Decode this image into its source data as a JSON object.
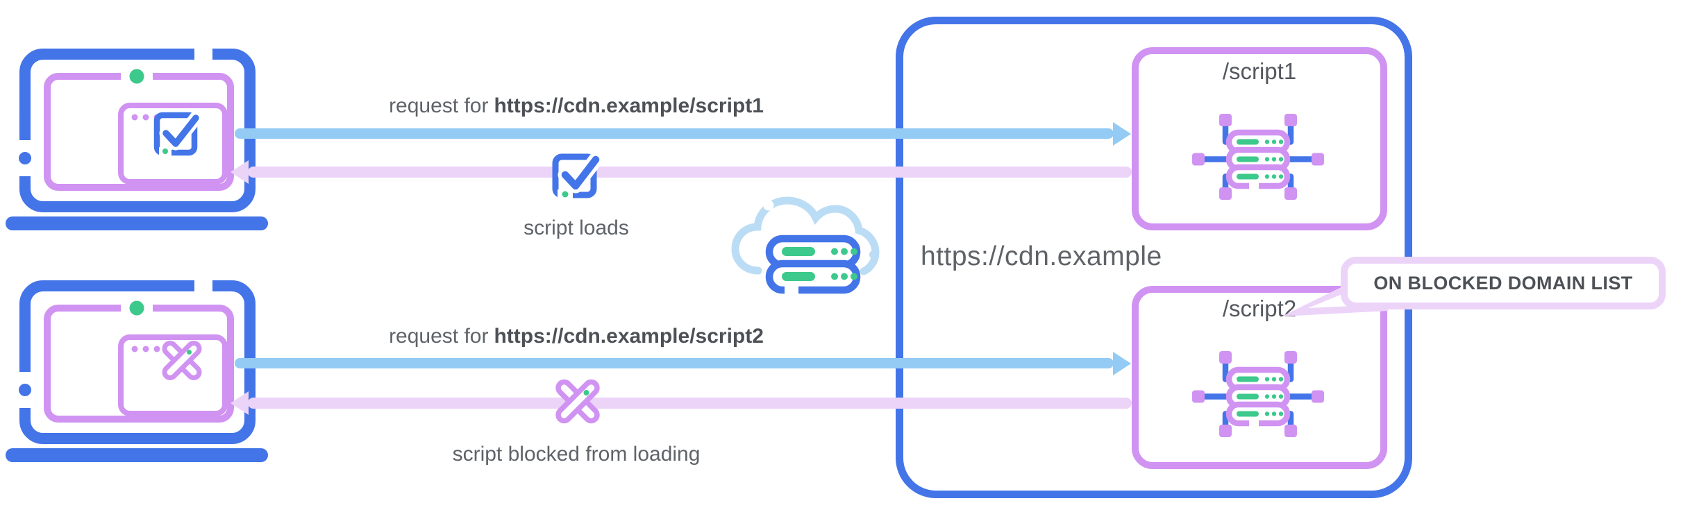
{
  "palette": {
    "blue": "#4374E8",
    "light_blue_arrow": "#93CBF4",
    "pale_blue_cloud": "#BBDCF5",
    "purple": "#D093F2",
    "pale_purple_arrow": "#ECD4F9",
    "green": "#3CC98B",
    "text_gray": "#5F6368",
    "callout_text": "#4D5156",
    "background": "#FFFFFF"
  },
  "flows": [
    {
      "client_icon": "laptop-check-icon",
      "request_prefix": "request for",
      "request_url": "https://cdn.example/script1",
      "response_label": "script loads",
      "response_icon": "checkbox-check-icon"
    },
    {
      "client_icon": "laptop-blocked-icon",
      "request_prefix": "request for",
      "request_url": "https://cdn.example/script2",
      "response_label": "script blocked from loading",
      "response_icon": "blocked-cross-icon"
    }
  ],
  "network": {
    "icon": "cloud-server-icon"
  },
  "cdn": {
    "domain_label": "https://cdn.example",
    "endpoints": [
      {
        "label": "/script1",
        "icon": "server-cluster-icon"
      },
      {
        "label": "/script2",
        "icon": "server-cluster-icon",
        "callout_label": "ON BLOCKED DOMAIN LIST"
      }
    ]
  }
}
